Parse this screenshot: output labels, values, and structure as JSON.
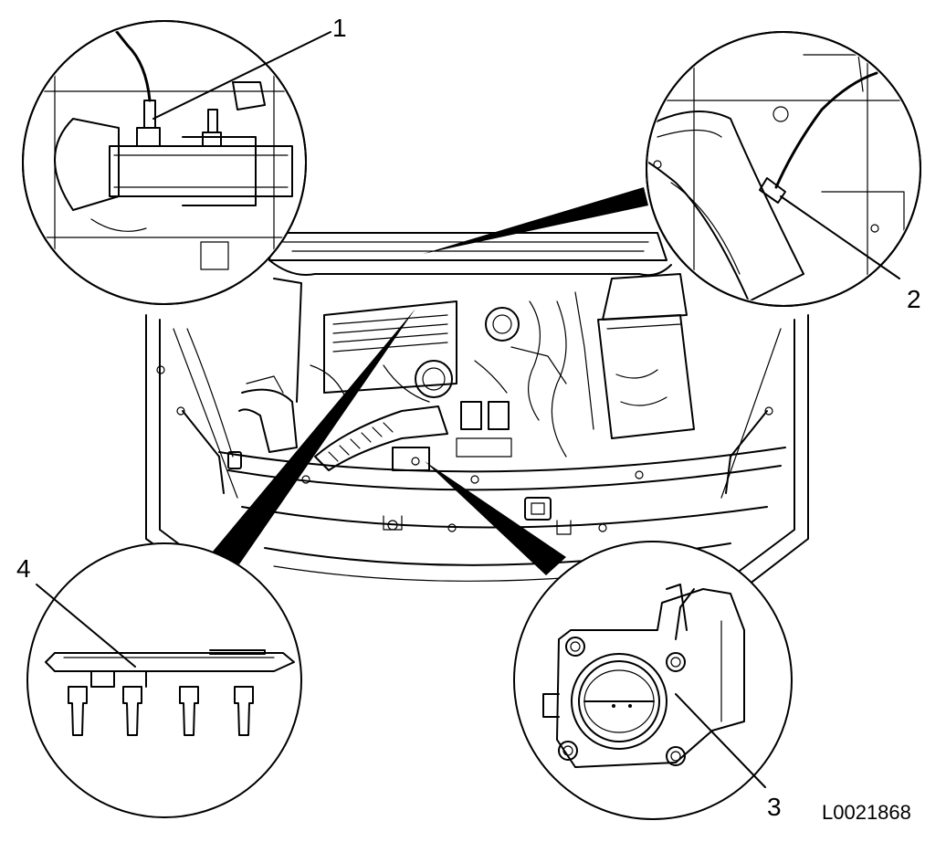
{
  "diagram": {
    "callouts": [
      {
        "id": "1",
        "label": "1"
      },
      {
        "id": "2",
        "label": "2"
      },
      {
        "id": "3",
        "label": "3"
      },
      {
        "id": "4",
        "label": "4"
      }
    ],
    "reference_code": "L0021868"
  }
}
